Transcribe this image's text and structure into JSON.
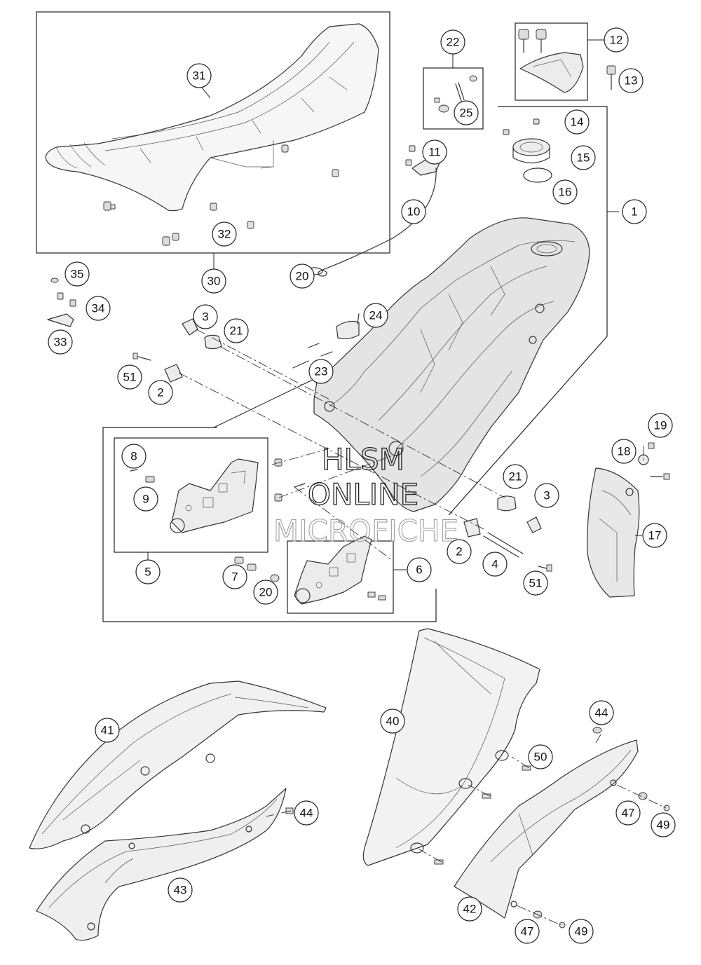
{
  "watermark": {
    "line1": "HLSM",
    "line2": "ONLINE",
    "line3": "MICROFICHE"
  },
  "callouts": [
    "1",
    "2",
    "3",
    "4",
    "5",
    "6",
    "7",
    "8",
    "9",
    "10",
    "11",
    "12",
    "13",
    "14",
    "15",
    "16",
    "17",
    "18",
    "19",
    "20",
    "21",
    "22",
    "23",
    "24",
    "25",
    "30",
    "31",
    "32",
    "33",
    "34",
    "35",
    "40",
    "41",
    "42",
    "43",
    "44",
    "47",
    "49",
    "50",
    "51"
  ]
}
